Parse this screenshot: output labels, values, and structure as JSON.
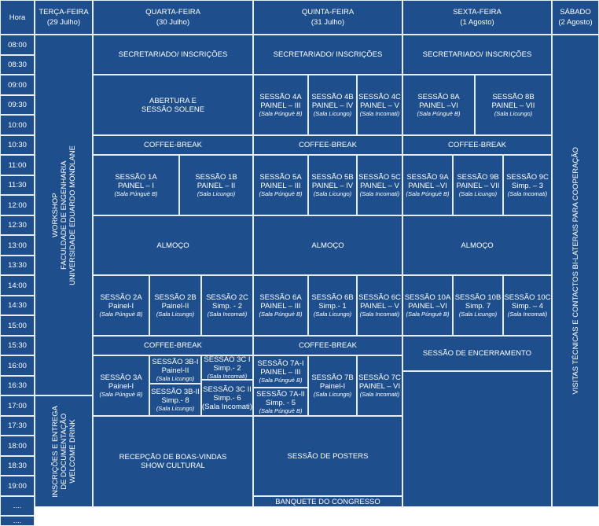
{
  "headers": [
    {
      "lines": [
        "Hora"
      ]
    },
    {
      "lines": [
        "TERÇA-FEIRA",
        "(29 Julho)"
      ]
    },
    {
      "lines": [
        "QUARTA-FEIRA",
        "(30 Julho)"
      ]
    },
    {
      "lines": [
        "QUINTA-FEIRA",
        "(31 Julho)"
      ]
    },
    {
      "lines": [
        "SEXTA-FEIRA",
        "(1 Agosto)"
      ]
    },
    {
      "lines": [
        "SÁBADO",
        "(2 Agosto)"
      ]
    }
  ],
  "times": [
    "08:00",
    "08:30",
    "09:00",
    "09:30",
    "10:00",
    "10:30",
    "11:00",
    "11:30",
    "12:00",
    "12:30",
    "13:00",
    "13:30",
    "14:00",
    "14:30",
    "15:00",
    "15:30",
    "16:00",
    "16:30",
    "17:00",
    "17:30",
    "18:00",
    "18:30",
    "19:00",
    "....",
    "...."
  ],
  "cells": [
    {
      "name": "workshop-cell",
      "vertical": true,
      "lines": [
        "WORKSHOP",
        "FACULDADE DE ENGENHARIA",
        "UNIVERSIDADE EDUARDO MONDLANE"
      ]
    },
    {
      "name": "inscricoes-cell",
      "vertical": true,
      "lines": [
        "INSCRIÇÕES E ENTREGA",
        "DE DOCUMENTAÇÃO",
        "WELCOME DRINK"
      ]
    },
    {
      "name": "visitas-cell",
      "vertical": true,
      "lines": [
        "VISITAS TÉCNICAS E CONTACTOS BI-LATERAIS PARA COOPERAÇÃO"
      ]
    },
    {
      "name": "qua-secretariado",
      "lines": [
        "SECRETARIADO/ INSCRIÇÕES"
      ]
    },
    {
      "name": "qua-abertura",
      "lines": [
        "ABERTURA E",
        "SESSÃO SOLENE"
      ]
    },
    {
      "name": "qua-coffee-1",
      "lines": [
        "COFFEE-BREAK"
      ]
    },
    {
      "name": "qua-sessao-1a",
      "lines": [
        "SESSÃO 1A",
        "PAINEL – I",
        "(Sala Púnguè B)"
      ],
      "rooms": [
        2
      ]
    },
    {
      "name": "qua-sessao-1b",
      "lines": [
        "SESSÃO 1B",
        "PAINEL – II",
        "(Sala Licungo)"
      ],
      "rooms": [
        2
      ]
    },
    {
      "name": "qua-almoco",
      "lines": [
        "ALMOÇO"
      ]
    },
    {
      "name": "qua-sessao-2a",
      "lines": [
        "SESSÃO 2A",
        "Painel-I",
        "(Sala Púnguè B)"
      ],
      "rooms": [
        2
      ]
    },
    {
      "name": "qua-sessao-2b",
      "lines": [
        "SESSÃO 2B",
        "Painel-II",
        "(Sala Licungo)"
      ],
      "rooms": [
        2
      ]
    },
    {
      "name": "qua-sessao-2c",
      "lines": [
        "SESSÃO 2C",
        "Simp. - 2",
        "(Sala Incomati)"
      ],
      "rooms": [
        2
      ]
    },
    {
      "name": "qua-coffee-2",
      "lines": [
        "COFFEE-BREAK"
      ]
    },
    {
      "name": "qua-sessao-3a",
      "lines": [
        "SESSÃO 3A",
        "Painel-I",
        "(Sala Púnguè B)"
      ],
      "rooms": [
        2
      ]
    },
    {
      "name": "qua-sessao-3b-i",
      "lines": [
        "SESSÃO 3B-I",
        "Painel-II",
        "(Sala Licungo)"
      ],
      "rooms": [
        2
      ]
    },
    {
      "name": "qua-sessao-3b-ii",
      "lines": [
        "SESSÃO 3B-II",
        "Simp.- 8",
        "(Sala Licungo)"
      ],
      "rooms": [
        2
      ]
    },
    {
      "name": "qua-sessao-3c-i",
      "lines": [
        "SESSÃO 3C I",
        "Simp.- 2",
        "(Sala Incomati)"
      ],
      "rooms": [
        2
      ]
    },
    {
      "name": "qua-sessao-3c-ii",
      "lines": [
        "SESSÃO 3C II",
        "Simp.- 6",
        "(Sala Incomati)"
      ]
    },
    {
      "name": "qua-recepcao",
      "lines": [
        "RECEPÇÃO DE BOAS-VINDAS",
        "SHOW CULTURAL"
      ]
    },
    {
      "name": "qui-secretariado",
      "lines": [
        "SECRETARIADO/ INSCRIÇÕES"
      ]
    },
    {
      "name": "qui-sessao-4a",
      "lines": [
        "SESSÃO 4A",
        "PAINEL – III",
        "(Sala Púnguè B)"
      ],
      "rooms": [
        2
      ]
    },
    {
      "name": "qui-sessao-4b",
      "lines": [
        "SESSÃO 4B",
        "PAINEL – IV",
        "(Sala Licungo)"
      ],
      "rooms": [
        2
      ]
    },
    {
      "name": "qui-sessao-4c",
      "lines": [
        "SESSÃO 4C",
        "PAINEL – V",
        "(Sala Incomati)"
      ],
      "rooms": [
        2
      ]
    },
    {
      "name": "qui-coffee-1",
      "lines": [
        "COFFEE-BREAK"
      ]
    },
    {
      "name": "qui-sessao-5a",
      "lines": [
        "SESSÃO 5A",
        "PAINEL – III",
        "(Sala Púnguè B)"
      ],
      "rooms": [
        2
      ]
    },
    {
      "name": "qui-sessao-5b",
      "lines": [
        "SESSÃO 5B",
        "PAINEL – IV",
        "(Sala Licungo)"
      ],
      "rooms": [
        2
      ]
    },
    {
      "name": "qui-sessao-5c",
      "lines": [
        "SESSÃO 5C",
        "PAINEL – V",
        "(Sala Incomati)"
      ],
      "rooms": [
        2
      ]
    },
    {
      "name": "qui-almoco",
      "lines": [
        "ALMOÇO"
      ]
    },
    {
      "name": "qui-sessao-6a",
      "lines": [
        "SESSÃO 6A",
        "PAINEL – III",
        "(Sala Púnguè B)"
      ],
      "rooms": [
        2
      ]
    },
    {
      "name": "qui-sessao-6b",
      "lines": [
        "SESSÃO 6B",
        "Simp.- 1",
        "(Sala Licungo)"
      ],
      "rooms": [
        2
      ]
    },
    {
      "name": "qui-sessao-6c",
      "lines": [
        "SESSÃO 6C",
        "PAINEL – V",
        "(Sala Incomati)"
      ],
      "rooms": [
        2
      ]
    },
    {
      "name": "qui-coffee-2",
      "lines": [
        "COFFEE-BREAK"
      ]
    },
    {
      "name": "qui-sessao-7a-i",
      "lines": [
        "SESSÃO 7A-I",
        "PAINEL – III",
        "(Sala Púnguè B)"
      ],
      "rooms": [
        2
      ]
    },
    {
      "name": "qui-sessao-7a-ii",
      "lines": [
        "SESSÃO 7A-II",
        "Simp. - 5",
        "(Sala Púnguè B)"
      ],
      "rooms": [
        2
      ]
    },
    {
      "name": "qui-sessao-7b",
      "lines": [
        "SESSÃO 7B",
        "Painel-I",
        "(Sala Licungo)"
      ],
      "rooms": [
        2
      ]
    },
    {
      "name": "qui-sessao-7c",
      "lines": [
        "SESSÃO 7C",
        "PAINEL – VI",
        "(Sala Incomati)"
      ],
      "rooms": [
        2
      ]
    },
    {
      "name": "qui-posters",
      "lines": [
        "SESSÃO DE POSTERS"
      ]
    },
    {
      "name": "qui-banquete",
      "lines": [
        "BANQUETE DO CONGRESSO"
      ]
    },
    {
      "name": "sex-secretariado",
      "lines": [
        "SECRETARIADO/ INSCRIÇÕES"
      ]
    },
    {
      "name": "sex-sessao-8a",
      "lines": [
        "SESSÃO 8A",
        "PAINEL –VI",
        "(Sala Púnguè B)"
      ],
      "rooms": [
        2
      ]
    },
    {
      "name": "sex-sessao-8b",
      "lines": [
        "SESSÃO 8B",
        "PAINEL – VII",
        "(Sala Licungo)"
      ],
      "rooms": [
        2
      ]
    },
    {
      "name": "sex-coffee-1",
      "lines": [
        "COFFEE-BREAK"
      ]
    },
    {
      "name": "sex-sessao-9a",
      "lines": [
        "SESSÃO 9A",
        "PAINEL –VI",
        "(Sala Púnguè B)"
      ],
      "rooms": [
        2
      ]
    },
    {
      "name": "sex-sessao-9b",
      "lines": [
        "SESSÃO 9B",
        "PAINEL – VII",
        "(Sala Licungo)"
      ],
      "rooms": [
        2
      ]
    },
    {
      "name": "sex-sessao-9c",
      "lines": [
        "SESSÃO 9C",
        "Simp. – 3",
        "(Sala Incomati)"
      ],
      "rooms": [
        2
      ]
    },
    {
      "name": "sex-almoco",
      "lines": [
        "ALMOÇO"
      ]
    },
    {
      "name": "sex-sessao-10a",
      "lines": [
        "SESSÃO 10A",
        "PAINEL –VI",
        "(Sala Púnguè B)"
      ],
      "rooms": [
        2
      ]
    },
    {
      "name": "sex-sessao-10b",
      "lines": [
        "SESSÃO 10B",
        "Simp. 7",
        "(Sala Licungo)"
      ],
      "rooms": [
        2
      ]
    },
    {
      "name": "sex-sessao-10c",
      "lines": [
        "SESSÃO 10C",
        "Simp. – 4",
        "(Sala Incomati)"
      ],
      "rooms": [
        2
      ]
    },
    {
      "name": "sex-encerramento",
      "lines": [
        "SESSÃO DE ENCERRAMENTO"
      ]
    }
  ]
}
